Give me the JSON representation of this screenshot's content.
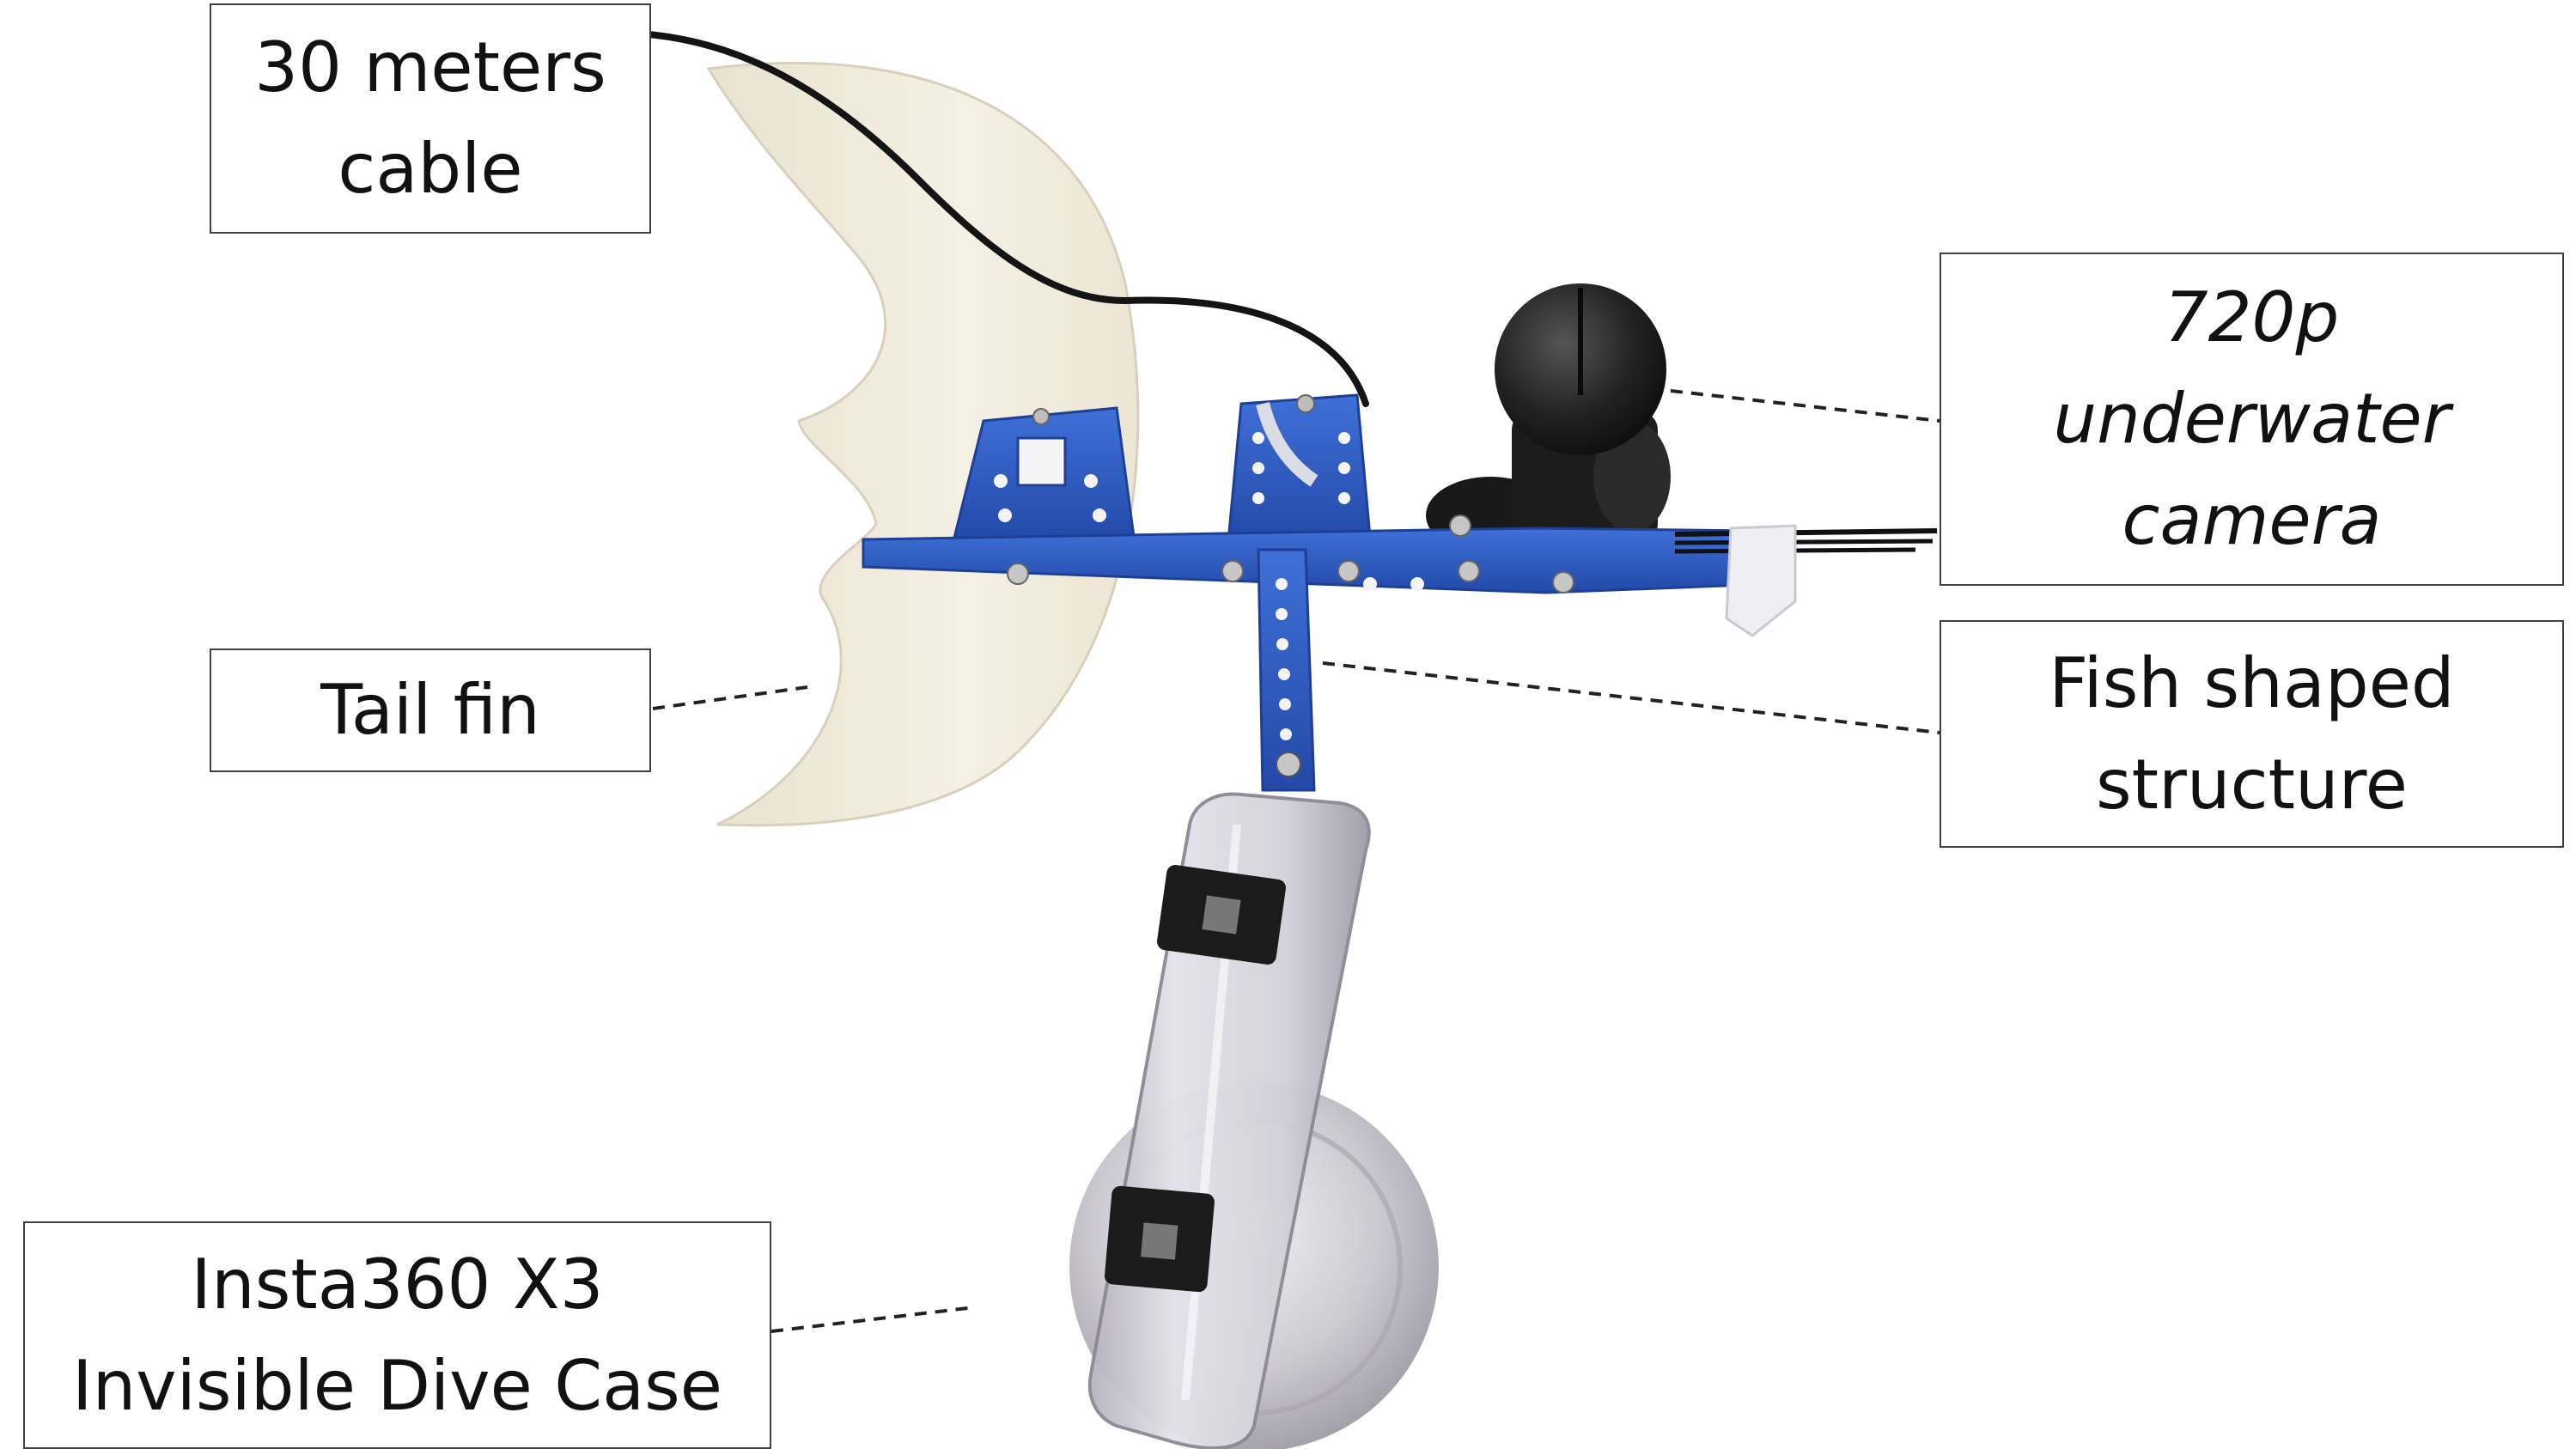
{
  "labels": {
    "cable": {
      "lines": [
        "30 meters",
        "cable"
      ]
    },
    "camera720": {
      "lines": [
        "720p",
        "underwater",
        "camera"
      ]
    },
    "tail_fin": {
      "lines": [
        "Tail fin"
      ]
    },
    "fish_structure": {
      "lines": [
        "Fish shaped",
        "structure"
      ]
    },
    "insta360": {
      "lines": [
        "Insta360 X3",
        "Invisible Dive Case"
      ]
    }
  },
  "colors": {
    "frame_blue": "#2f5fc9",
    "fin_cream": "#f1ebdc",
    "camera_black": "#1d1d1d",
    "case_clear": "#cfcdd6",
    "leader_line": "#222222"
  }
}
